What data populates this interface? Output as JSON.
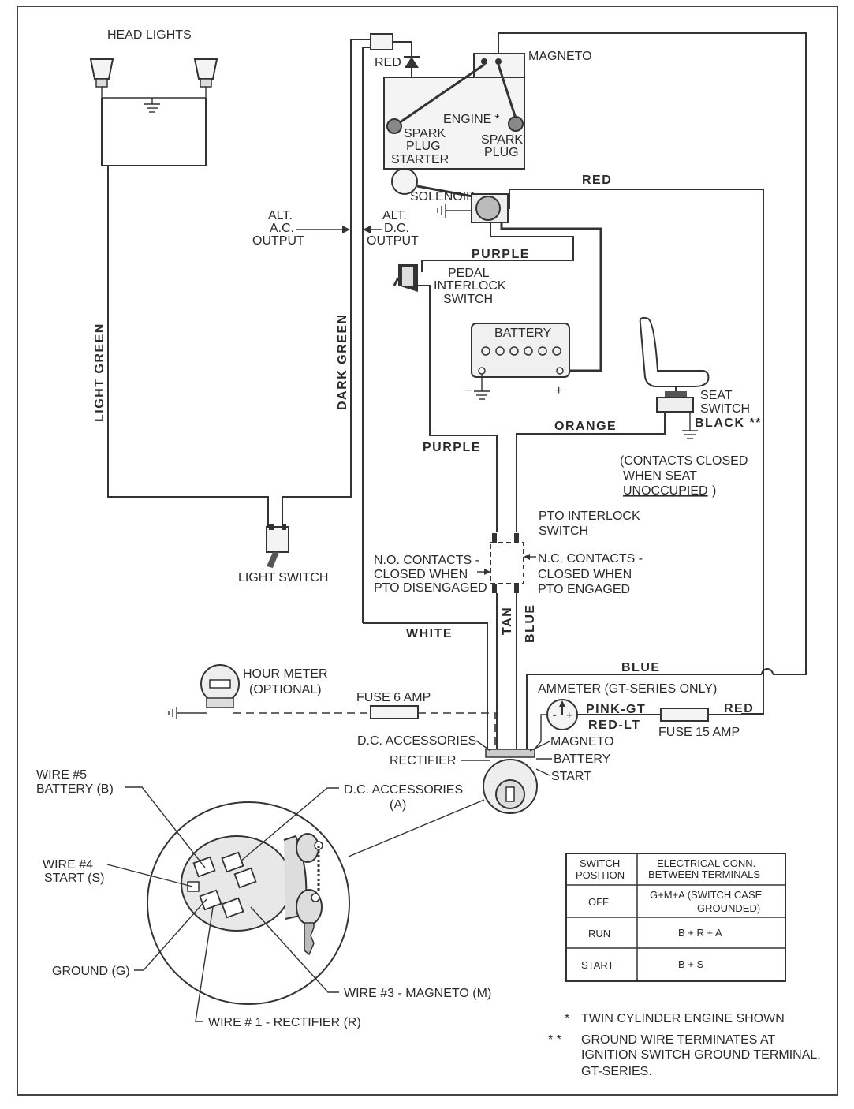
{
  "head_lights": "HEAD LIGHTS",
  "magneto": "MAGNETO",
  "red_top": "RED",
  "engine": "ENGINE",
  "engine_mark": "*",
  "spark_plug_1": [
    "SPARK",
    "PLUG"
  ],
  "spark_plug_2": [
    "SPARK",
    "PLUG"
  ],
  "starter": "STARTER",
  "red_1": "RED",
  "solenoid": "SOLENOID",
  "alt_ac": [
    "ALT.",
    "A.C.",
    "OUTPUT"
  ],
  "alt_dc": [
    "ALT.",
    "D.C.",
    "OUTPUT"
  ],
  "purple_1": "PURPLE",
  "pedal_switch": [
    "PEDAL",
    "INTERLOCK",
    "SWITCH"
  ],
  "battery": {
    "label": "BATTERY",
    "minus": "−",
    "plus": "+"
  },
  "light_green": "LIGHT GREEN",
  "dark_green": "DARK GREEN",
  "seat_switch": [
    "SEAT",
    "SWITCH"
  ],
  "black": "BLACK",
  "black_mark": "**",
  "orange": "ORANGE",
  "purple_2": "PURPLE",
  "contacts_note": [
    "(CONTACTS CLOSED",
    "WHEN SEAT",
    "UNOCCUPIED",
    ")"
  ],
  "pto_switch": [
    "PTO INTERLOCK",
    "SWITCH"
  ],
  "no_contacts": [
    "N.O. CONTACTS -",
    "CLOSED WHEN",
    "PTO DISENGAGED"
  ],
  "nc_contacts": [
    "N.C. CONTACTS -",
    "CLOSED WHEN",
    "PTO ENGAGED"
  ],
  "light_switch": "LIGHT SWITCH",
  "tan": "TAN",
  "blue_v": "BLUE",
  "white": "WHITE",
  "blue_h": "BLUE",
  "hour_meter": [
    "HOUR METER",
    "(OPTIONAL)"
  ],
  "ammeter": "AMMETER (GT-SERIES ONLY)",
  "fuse6": "FUSE 6 AMP",
  "pink_gt": "PINK-GT",
  "red_lt": "RED-LT",
  "red_2": "RED",
  "fuse15": "FUSE 15 AMP",
  "term_dc": "D.C. ACCESSORIES",
  "term_rect": "RECTIFIER",
  "term_mag": "MAGNETO",
  "term_batt": "BATTERY",
  "term_start": "START",
  "wire5": [
    "WIRE #5",
    "BATTERY (B)"
  ],
  "dc_acc_a": [
    "D.C. ACCESSORIES",
    "(A)"
  ],
  "wire4": [
    "WIRE #4",
    "START (S)"
  ],
  "ground_g": "GROUND (G)",
  "wire3": "WIRE #3 - MAGNETO (M)",
  "wire1": "WIRE # 1 - RECTIFIER (R)",
  "table": {
    "head": [
      [
        "SWITCH",
        "POSITION"
      ],
      [
        "ELECTRICAL CONN.",
        "BETWEEN TERMINALS"
      ]
    ],
    "rows": [
      {
        "pos": "OFF",
        "conn": [
          "G+M+A (SWITCH CASE",
          "GROUNDED)"
        ]
      },
      {
        "pos": "RUN",
        "conn": [
          "B + R + A"
        ]
      },
      {
        "pos": "START",
        "conn": [
          "B + S"
        ]
      }
    ]
  },
  "notes": [
    {
      "mark": "*",
      "lines": [
        "TWIN CYLINDER ENGINE SHOWN"
      ]
    },
    {
      "mark": "* *",
      "lines": [
        "GROUND WIRE TERMINATES AT",
        "IGNITION SWITCH GROUND TERMINAL,",
        "GT-SERIES."
      ]
    }
  ]
}
